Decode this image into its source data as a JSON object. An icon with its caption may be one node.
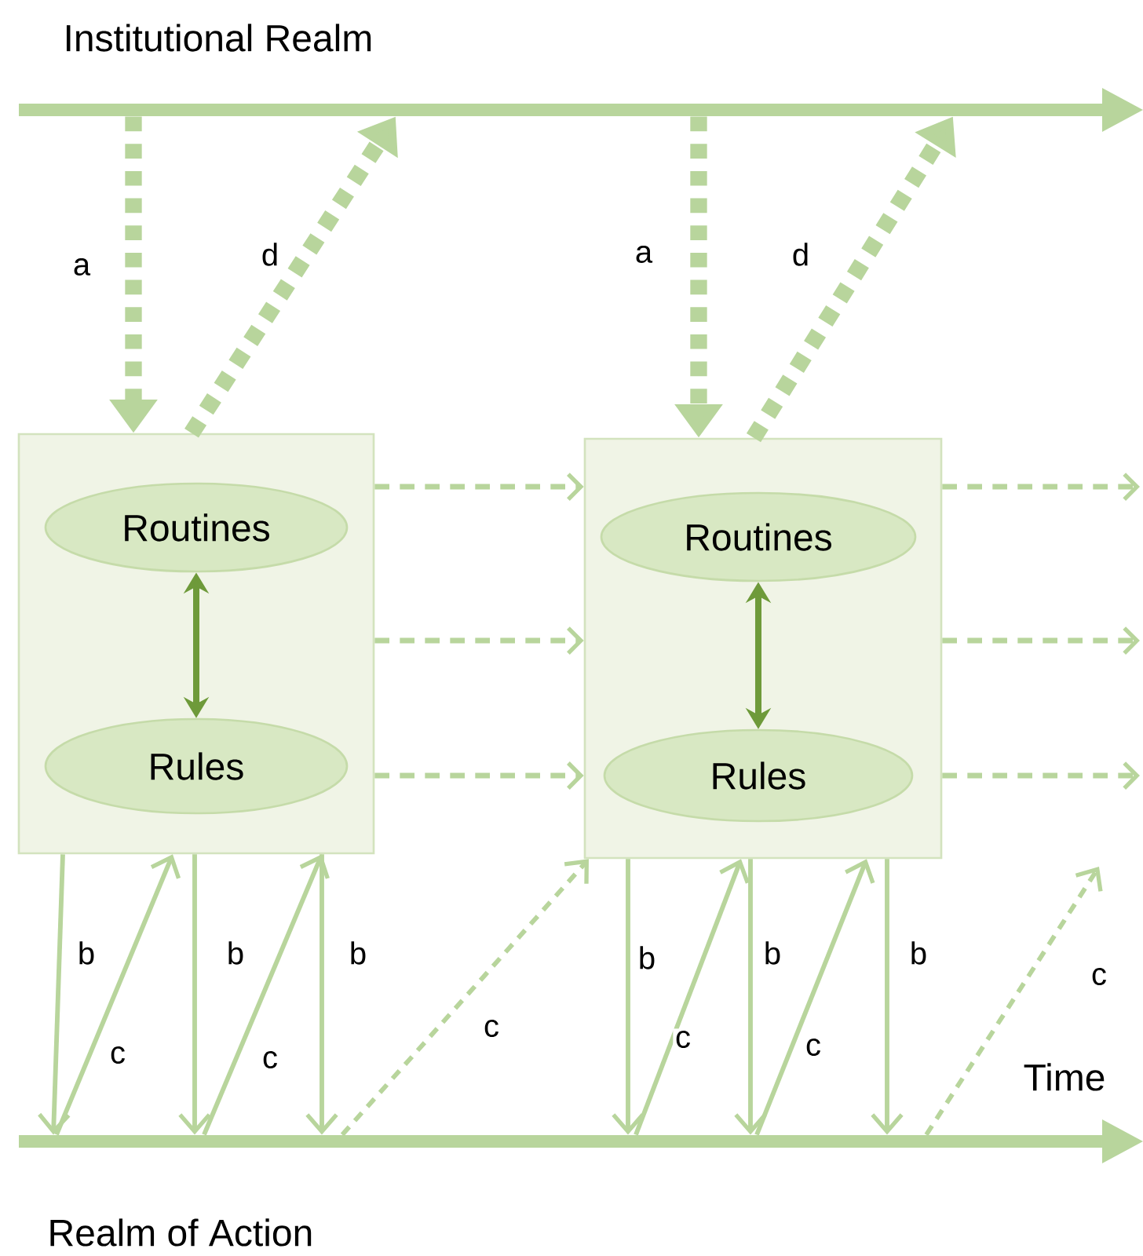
{
  "diagram": {
    "nodes": [
      {
        "text": [
          "Institutional Realm"
        ]
      },
      {
        "text": [
          "Realm of Action"
        ],
        "beside": [
          "Time"
        ]
      },
      {
        "text": [],
        "shape": "box"
      },
      {
        "text": [
          "Routines"
        ],
        "in": 2
      },
      {
        "text": [
          "Rules"
        ],
        "in": 2
      },
      {
        "text": [],
        "shape": "box"
      },
      {
        "text": [
          "Routines"
        ],
        "in": 5
      },
      {
        "text": [
          "Rules"
        ],
        "in": 5
      }
    ],
    "edges": [
      {
        "from": 0,
        "to": 2,
        "arrow": "to",
        "label": "a",
        "style": "dashed"
      },
      {
        "from": 2,
        "to": 0,
        "arrow": "to",
        "label": "d",
        "style": "dashed"
      },
      {
        "from": 0,
        "to": 5,
        "arrow": "to",
        "label": "a",
        "style": "dashed"
      },
      {
        "from": 5,
        "to": 0,
        "arrow": "to",
        "label": "d",
        "style": "dashed"
      },
      {
        "from": 3,
        "to": 4,
        "arrow": "both",
        "color": "#6e9a3a"
      },
      {
        "from": 6,
        "to": 7,
        "arrow": "both",
        "color": "#6e9a3a"
      },
      {
        "from": 2,
        "to": 5,
        "arrow": "to",
        "style": "dashed"
      },
      {
        "from": 2,
        "to": 5,
        "arrow": "to",
        "style": "dashed"
      },
      {
        "from": 2,
        "to": 5,
        "arrow": "to",
        "style": "dashed"
      },
      {
        "from": 5,
        "to": null,
        "arrow": "to",
        "style": "dashed"
      },
      {
        "from": 5,
        "to": null,
        "arrow": "to",
        "style": "dashed"
      },
      {
        "from": 5,
        "to": null,
        "arrow": "to",
        "style": "dashed"
      },
      {
        "from": 2,
        "to": 1,
        "arrow": "to",
        "label": "b"
      },
      {
        "from": 1,
        "to": 2,
        "arrow": "to",
        "label": "c"
      },
      {
        "from": 2,
        "to": 1,
        "arrow": "to",
        "label": "b"
      },
      {
        "from": 1,
        "to": 2,
        "arrow": "to",
        "label": "c"
      },
      {
        "from": 2,
        "to": 1,
        "arrow": "to",
        "label": "b"
      },
      {
        "from": 1,
        "to": 5,
        "arrow": "to",
        "label": "c",
        "style": "dashed"
      },
      {
        "from": 5,
        "to": 1,
        "arrow": "to",
        "label": "b"
      },
      {
        "from": 1,
        "to": 5,
        "arrow": "to",
        "label": "c"
      },
      {
        "from": 5,
        "to": 1,
        "arrow": "to",
        "label": "b"
      },
      {
        "from": 1,
        "to": 5,
        "arrow": "to",
        "label": "c"
      },
      {
        "from": 5,
        "to": 1,
        "arrow": "to",
        "label": "b"
      },
      {
        "from": 1,
        "to": null,
        "arrow": "to",
        "label": "c",
        "style": "dashed"
      }
    ]
  }
}
